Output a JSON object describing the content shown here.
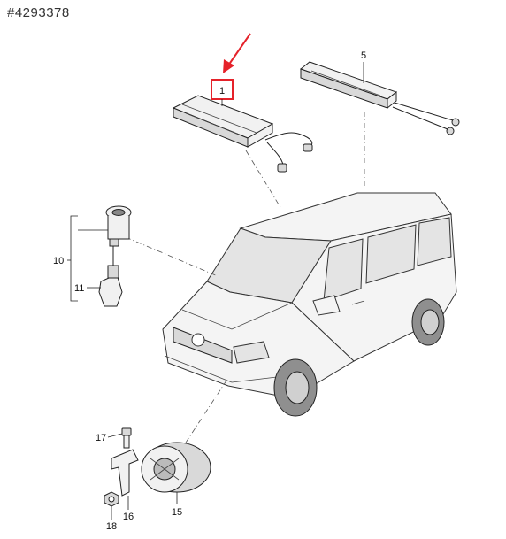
{
  "header": {
    "id_text": "#4293378"
  },
  "callouts": {
    "c1": "1",
    "c5": "5",
    "c10": "10",
    "c11": "11",
    "c15": "15",
    "c16": "16",
    "c17": "17",
    "c18": "18"
  },
  "colors": {
    "highlight_box": "#e5222a",
    "arrow": "#e5222a"
  },
  "icons": {
    "pointer": "red-arrow-icon"
  }
}
